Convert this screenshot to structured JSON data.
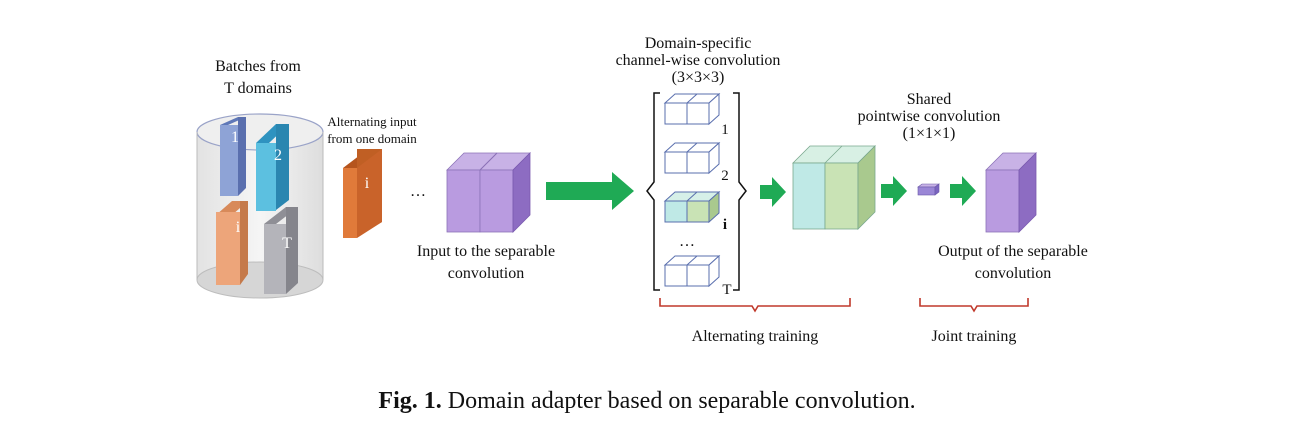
{
  "figure": {
    "batches_label": [
      "Batches from",
      "T domains"
    ],
    "cylinder_slabs": [
      "1",
      "2",
      "i",
      "T"
    ],
    "alternating_input_label": [
      "Alternating input",
      "from one domain"
    ],
    "input_slab_label": "i",
    "ellipsis": "…",
    "input_label": [
      "Input to the separable",
      "convolution"
    ],
    "domain_specific_label": [
      "Domain-specific",
      "channel-wise convolution",
      "(3×3×3)"
    ],
    "kernel_indices": [
      "1",
      "2",
      "i",
      "…",
      "T"
    ],
    "shared_label": [
      "Shared",
      "pointwise convolution",
      "(1×1×1)"
    ],
    "output_label": [
      "Output of the separable",
      "convolution"
    ],
    "alternating_training": "Alternating training",
    "joint_training": "Joint training",
    "caption_prefix": "Fig. 1.",
    "caption_text": "Domain adapter based on separable convolution.",
    "colors": {
      "arrow": "#1faa55",
      "brace": "#c0392b",
      "purple": "#b59ad8",
      "teal": "#bfe9e6",
      "green": "#c9e3b5",
      "orange": "#e07a3a"
    }
  }
}
